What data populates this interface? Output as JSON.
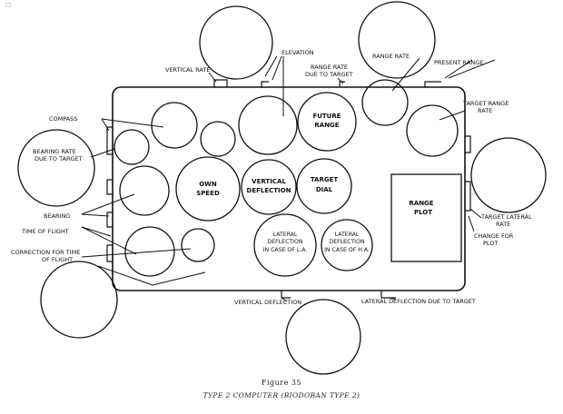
{
  "margin_mark": "☐",
  "labels": {
    "vertical_rate": "VERTICAL RATE",
    "elevation": "ELEVATION",
    "range_rate_due_to_target_1": "RANGE RATE",
    "range_rate_due_to_target_2": "DUE TO TARGET",
    "range_rate": "RANGE RATE",
    "present_range": "PRESENT RANGE",
    "compass": "COMPASS",
    "bearing_rate_1": "BEARING RATE",
    "bearing_rate_2": "DUE TO TARGET",
    "target_range_rate_1": "TARGET RANGE",
    "target_range_rate_2": "RATE",
    "bearing": "BEARING",
    "time_of_flight": "TIME OF FLIGHT",
    "correction_1": "CORRECTION FOR TIME",
    "correction_2": "OF FLIGHT",
    "target_lateral_rate_1": "TARGET LATERAL",
    "target_lateral_rate_2": "RATE",
    "change_for_plot_1": "CHANGE FOR",
    "change_for_plot_2": "PLOT",
    "vertical_deflection_bottom": "VERTICAL DEFLECTION",
    "lateral_deflection_due_to_target": "LATERAL DEFLECTION DUE TO TARGET"
  },
  "dials": {
    "future_range_1": "FUTURE",
    "future_range_2": "RANGE",
    "own_speed_1": "OWN",
    "own_speed_2": "SPEED",
    "vertical_deflection_1": "VERTICAL",
    "vertical_deflection_2": "DEFLECTION",
    "target_dial_1": "TARGET",
    "target_dial_2": "DIAL",
    "lateral_la_1": "LATERAL",
    "lateral_la_2": "DEFLECTION",
    "lateral_la_3": "IN CASE OF L.A.",
    "lateral_ha_1": "LATERAL",
    "lateral_ha_2": "DEFLECTION",
    "lateral_ha_3": "IN CASE OF H.A.",
    "range_plot_1": "RANGE",
    "range_plot_2": "PLOT"
  },
  "caption": {
    "figure": "Figure 35",
    "title": "TYPE 2 COMPUTER (BIODOBAN TYPE 2)"
  }
}
